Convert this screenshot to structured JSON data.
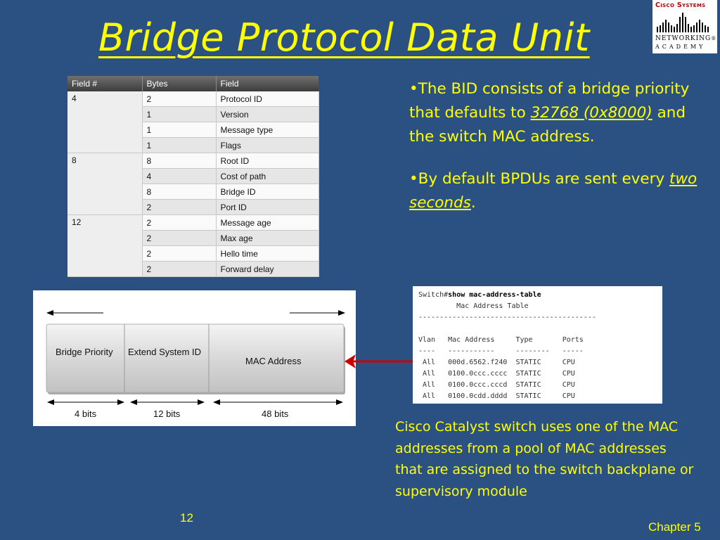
{
  "title": "Bridge Protocol Data Unit",
  "logo": {
    "line1": "Cisco Systems",
    "line2": "Networking",
    "line3": "Academy",
    "reg": "®"
  },
  "field_table": {
    "headers": [
      "Field #",
      "Bytes",
      "Field"
    ],
    "groups": [
      {
        "num": "4",
        "rows": [
          [
            "2",
            "Protocol ID"
          ],
          [
            "1",
            "Version"
          ],
          [
            "1",
            "Message type"
          ],
          [
            "1",
            "Flags"
          ]
        ]
      },
      {
        "num": "8",
        "rows": [
          [
            "8",
            "Root ID"
          ],
          [
            "4",
            "Cost of path"
          ],
          [
            "8",
            "Bridge ID"
          ],
          [
            "2",
            "Port ID"
          ]
        ]
      },
      {
        "num": "12",
        "rows": [
          [
            "2",
            "Message age"
          ],
          [
            "2",
            "Max age"
          ],
          [
            "2",
            "Hello time"
          ],
          [
            "2",
            "Forward delay"
          ]
        ]
      }
    ]
  },
  "bullets": {
    "b1_prefix": "•The BID consists of a bridge priority that defaults to ",
    "b1_link": "32768 (0x8000)",
    "b1_suffix": " and the switch MAC address.",
    "b2_prefix": "•By default BPDUs are sent every ",
    "b2_link": "two seconds",
    "b2_suffix": "."
  },
  "diagram": {
    "segments": [
      "Bridge Priority",
      "Extend System ID",
      "MAC Address"
    ],
    "sizes": [
      "4 bits",
      "12 bits",
      "48 bits"
    ]
  },
  "terminal": {
    "prompt": "Switch#",
    "command": "show mac-address-table",
    "heading": "Mac Address Table",
    "rule": "------------------------------------------",
    "columns": [
      "Vlan",
      "Mac Address",
      "Type",
      "Ports"
    ],
    "underline": [
      "----",
      "-----------",
      "--------",
      "-----"
    ],
    "rows": [
      [
        "All",
        "000d.6562.f240",
        "STATIC",
        "CPU"
      ],
      [
        "All",
        "0100.0ccc.cccc",
        "STATIC",
        "CPU"
      ],
      [
        "All",
        "0100.0ccc.cccd",
        "STATIC",
        "CPU"
      ],
      [
        "All",
        "0100.0cdd.dddd",
        "STATIC",
        "CPU"
      ]
    ]
  },
  "caption": "Cisco Catalyst switch uses one of the MAC addresses from a pool of MAC addresses that are assigned to the switch backplane or supervisory module",
  "page_number": "12",
  "chapter": "Chapter 5",
  "colors": {
    "background": "#2b5183",
    "text": "#ffff00",
    "arrow": "#cc0000"
  }
}
